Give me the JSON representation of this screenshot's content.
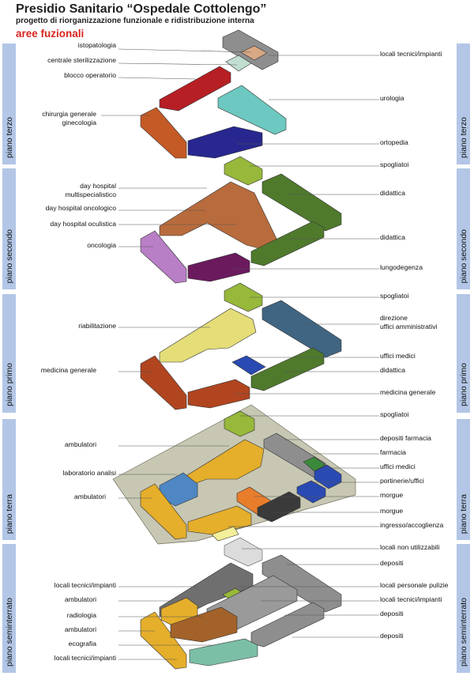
{
  "header": {
    "title": "Presidio Sanitario “Ospedale Cottolengo”",
    "subtitle": "progetto di riorganizzazione funzionale e ridistribuzione interna",
    "section": "aree fuzionali"
  },
  "floors": [
    {
      "name": "piano terzo",
      "left_labels": [
        "istopatologia",
        "centrale sterilizzazione",
        "blocco operatorio",
        "chirurgia generale",
        "ginecologia"
      ],
      "right_labels": [
        "locali tecnici/impianti",
        "urologia",
        "ortopedia"
      ]
    },
    {
      "name": "piano secondo",
      "left_labels": [
        "day hospital",
        "multispecialistico",
        "day hospital oncologico",
        "day hospital oculistica",
        "oncologia"
      ],
      "right_labels": [
        "spogliatoi",
        "didattica",
        "didattica",
        "lungodegenza"
      ]
    },
    {
      "name": "piano primo",
      "left_labels": [
        "riabilitazione",
        "medicina generale"
      ],
      "right_labels": [
        "spogliatoi",
        "direzione",
        "uffici amministrativi",
        "uffici medici",
        "didattica",
        "medicina generale"
      ]
    },
    {
      "name": "piano terra",
      "left_labels": [
        "ambulatori",
        "laboratorio analisi",
        "ambulatori"
      ],
      "right_labels": [
        "spogliatoi",
        "depositi farmacia",
        "farmacia",
        "uffici medici",
        "portinerie/uffici",
        "morgue",
        "morgue",
        "ingresso/accoglienza"
      ]
    },
    {
      "name": "piano seminterrato",
      "left_labels": [
        "locali tecnici/impianti",
        "ambulatori",
        "radiologia",
        "ambulatori",
        "ecografia",
        "locali tecnici/impianti"
      ],
      "right_labels": [
        "locali non utilizzabili",
        "depositi",
        "locali personale pulizie",
        "locali tecnici/impianti",
        "depositi",
        "depositi"
      ]
    }
  ],
  "colors": {
    "section_red": "#d8231f",
    "side_band": "#b3c6e6",
    "chirurgia": "#c45a26",
    "blocco_operatorio": "#b61f24",
    "urologia": "#6cc8c0",
    "ortopedia": "#27278f",
    "grey": "#8e8e8e",
    "day_hospital": "#b86b3d",
    "didattica": "#4f7a2c",
    "spogliatoi": "#97b83a",
    "oncologia": "#b97fc6",
    "lungodegenza": "#6b1a5e",
    "riabilitazione": "#e4dd78",
    "direzione": "#3f6582",
    "uffici_medici": "#2a4ab3",
    "medicina_generale": "#b0451f",
    "ambulatori": "#e5ae2b",
    "laboratorio": "#4e87c4",
    "morgue": "#e87d2b",
    "farmacia_dark": "#3a3a3a",
    "site": "#c7c7b3",
    "radiologia": "#a36229",
    "ecografia": "#7bbfa6"
  }
}
